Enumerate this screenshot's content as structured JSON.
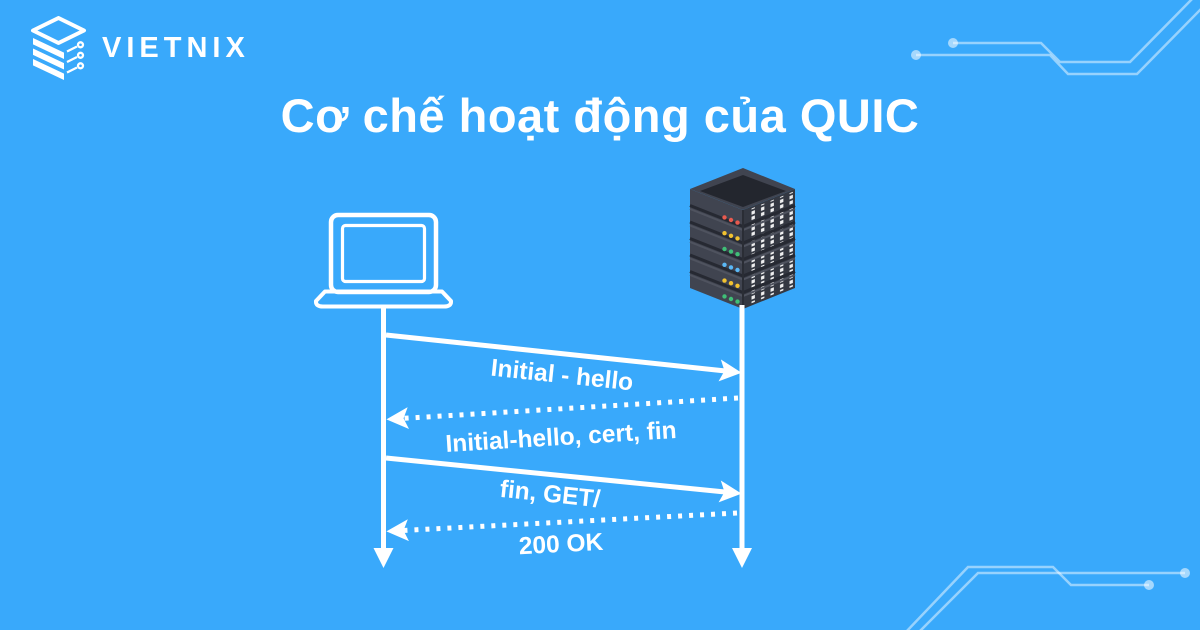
{
  "logo": {
    "text": "VIETNIX",
    "icon": "vietnix-stack-icon"
  },
  "title": "Cơ chế hoạt động của QUIC",
  "colors": {
    "background": "#39A9FB",
    "foreground": "#FFFFFF",
    "circuit_trace": "#9BD2FC",
    "server_face_left": "#404450",
    "server_face_right": "#343842",
    "server_screen": "#23262E",
    "server_separator": "#262932",
    "server_bevel": "#4F535F",
    "led_colors": [
      "#E85A4F",
      "#F2C230",
      "#3FBF77",
      "#5AB8F5",
      "#F2C230",
      "#3FBF77"
    ]
  },
  "diagram": {
    "client": {
      "role": "client",
      "icon": "laptop-icon"
    },
    "server": {
      "role": "server",
      "icon": "server-rack-icon"
    },
    "messages": [
      {
        "label": "Initial - hello",
        "from": "client",
        "to": "server",
        "line_style": "solid"
      },
      {
        "label": "Initial-hello, cert, fin",
        "from": "server",
        "to": "client",
        "line_style": "dotted"
      },
      {
        "label": "fin, GET/",
        "from": "client",
        "to": "server",
        "line_style": "solid"
      },
      {
        "label": "200 OK",
        "from": "server",
        "to": "client",
        "line_style": "dotted"
      }
    ]
  }
}
